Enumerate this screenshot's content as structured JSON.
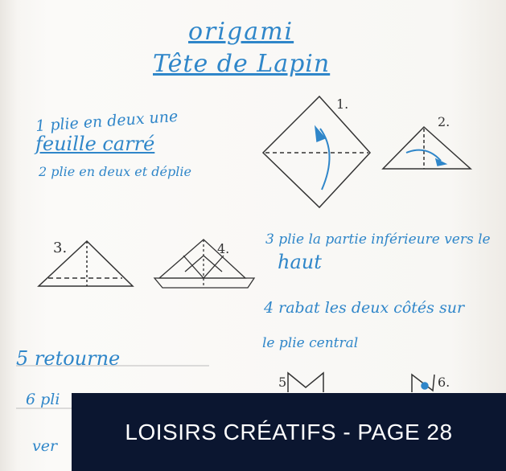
{
  "title": "origami",
  "subtitle": "Tête de Lapin",
  "steps_left": {
    "step1_line1": "1 plie en deux une",
    "step1_line2": "feuille carré",
    "step2": "2 plie en deux et déplie"
  },
  "steps_right": {
    "step3_line1": "3 plie la partie inférieure vers le",
    "step3_line2": "haut",
    "step4_line1": "4 rabat les deux côtés sur",
    "step4_line2": "le plie central"
  },
  "steps_bottom": {
    "step5": "5 retourne",
    "step6": "6 pli",
    "step7": "ver"
  },
  "figure_numbers": [
    "1.",
    "2.",
    "3.",
    "4.",
    "5",
    "6."
  ],
  "banner_text": "LOISIRS CRÉATIFS - PAGE 28",
  "colors": {
    "ink": "#2f86c9",
    "pencil": "#333333",
    "banner": "#0b1630"
  }
}
